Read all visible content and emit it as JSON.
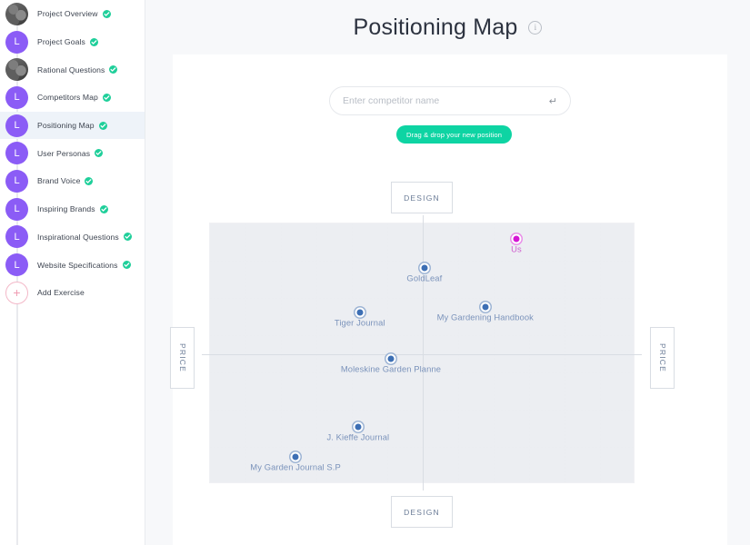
{
  "sidebar": {
    "items": [
      {
        "label": "Project Overview",
        "avatar": "photo",
        "initial": "",
        "done": true,
        "active": false
      },
      {
        "label": "Project Goals",
        "avatar": "letter",
        "initial": "L",
        "done": true,
        "active": false
      },
      {
        "label": "Rational Questions",
        "avatar": "photo",
        "initial": "",
        "done": true,
        "active": false
      },
      {
        "label": "Competitors Map",
        "avatar": "letter",
        "initial": "L",
        "done": true,
        "active": false
      },
      {
        "label": "Positioning Map",
        "avatar": "letter",
        "initial": "L",
        "done": true,
        "active": true
      },
      {
        "label": "User Personas",
        "avatar": "letter",
        "initial": "L",
        "done": true,
        "active": false
      },
      {
        "label": "Brand Voice",
        "avatar": "letter",
        "initial": "L",
        "done": true,
        "active": false
      },
      {
        "label": "Inspiring Brands",
        "avatar": "letter",
        "initial": "L",
        "done": true,
        "active": false
      },
      {
        "label": "Inspirational Questions",
        "avatar": "letter",
        "initial": "L",
        "done": true,
        "active": false
      },
      {
        "label": "Website Specifications",
        "avatar": "letter",
        "initial": "L",
        "done": true,
        "active": false
      },
      {
        "label": "Add Exercise",
        "avatar": "add",
        "initial": "+",
        "done": false,
        "active": false
      }
    ]
  },
  "header": {
    "title": "Positioning Map",
    "info_icon": "info-icon",
    "info_glyph": "i"
  },
  "search": {
    "placeholder": "Enter competitor name",
    "value": "",
    "submit_icon": "enter-return-icon",
    "submit_glyph": "↵"
  },
  "drag_button": {
    "label": "Drag & drop your new position",
    "color": "#0ed4a3"
  },
  "chart_data": {
    "type": "scatter",
    "title": "Positioning Map",
    "xlabel": "DESIGN",
    "ylabel": "PRICE",
    "axis_labels": {
      "top": "DESIGN",
      "bottom": "DESIGN",
      "left": "PRICE",
      "right": "PRICE"
    },
    "xlim": [
      0,
      100
    ],
    "ylim": [
      0,
      100
    ],
    "grid": true,
    "grid_style": "dotted",
    "grid_cols": 12,
    "grid_rows": 7,
    "legend": "none",
    "colors": {
      "competitor": "#3d6fb4",
      "us": "#d417d4"
    },
    "points": [
      {
        "name": "Us",
        "x": 72.0,
        "y": 94.0,
        "series": "us",
        "label_pos": "below"
      },
      {
        "name": "GoldLeaf",
        "x": 50.4,
        "y": 83.0,
        "series": "competitor",
        "label_pos": "below"
      },
      {
        "name": "Tiger Journal",
        "x": 35.2,
        "y": 66.0,
        "series": "competitor",
        "label_pos": "below"
      },
      {
        "name": "My Gardening Handbook",
        "x": 64.7,
        "y": 68.0,
        "series": "competitor",
        "label_pos": "below"
      },
      {
        "name": "Moleskine Garden Planne",
        "x": 42.5,
        "y": 48.0,
        "series": "competitor",
        "label_pos": "below"
      },
      {
        "name": "J. Kieffe Journal",
        "x": 34.8,
        "y": 22.0,
        "series": "competitor",
        "label_pos": "below"
      },
      {
        "name": "My Garden Journal S.P",
        "x": 20.1,
        "y": 10.5,
        "series": "competitor",
        "label_pos": "below"
      }
    ]
  }
}
